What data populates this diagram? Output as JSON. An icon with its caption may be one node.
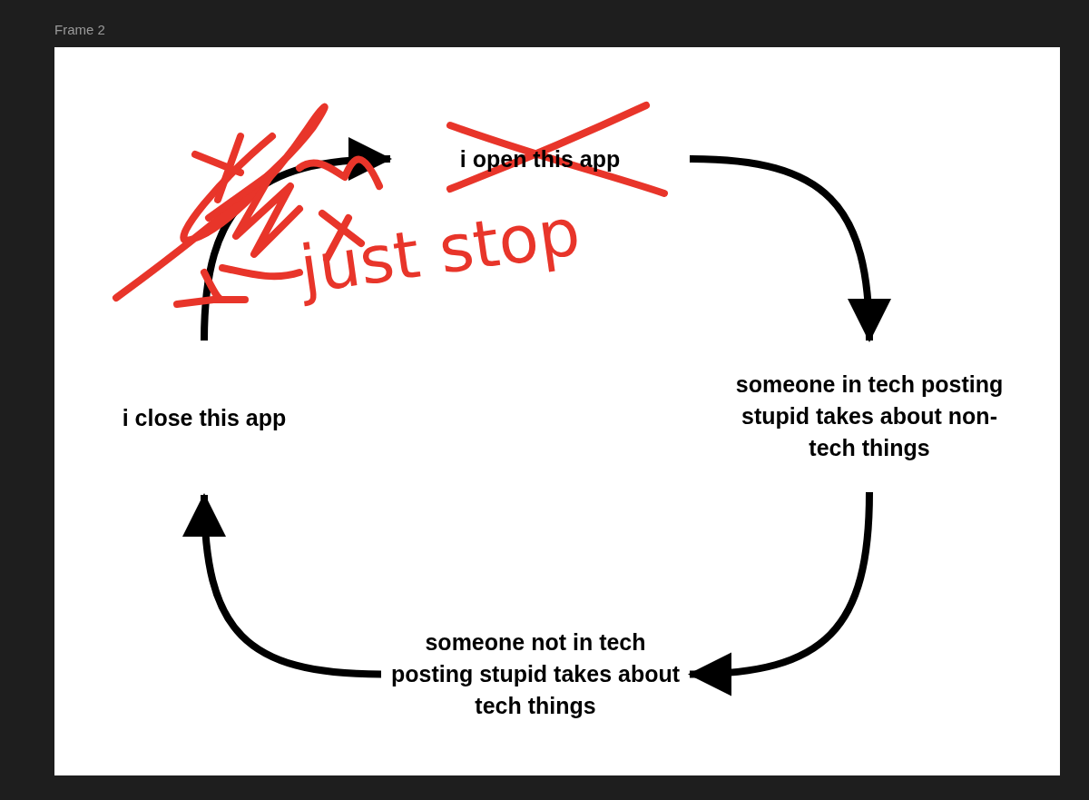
{
  "diagram": {
    "nodes": [
      {
        "text": [
          "i open this app"
        ]
      },
      {
        "text": [
          "someone in tech posting stupid takes about non-tech things"
        ]
      },
      {
        "text": [
          "someone not in tech posting stupid takes about tech things"
        ]
      },
      {
        "text": [
          "i close this app"
        ]
      }
    ],
    "edges": [
      {
        "from": 0,
        "to": 1,
        "arrow": "to"
      },
      {
        "from": 1,
        "to": 2,
        "arrow": "to"
      },
      {
        "from": 2,
        "to": 3,
        "arrow": "to"
      },
      {
        "from": 3,
        "to": 0,
        "arrow": "to"
      }
    ],
    "labels": [
      "Frame 2",
      "just stop"
    ]
  }
}
